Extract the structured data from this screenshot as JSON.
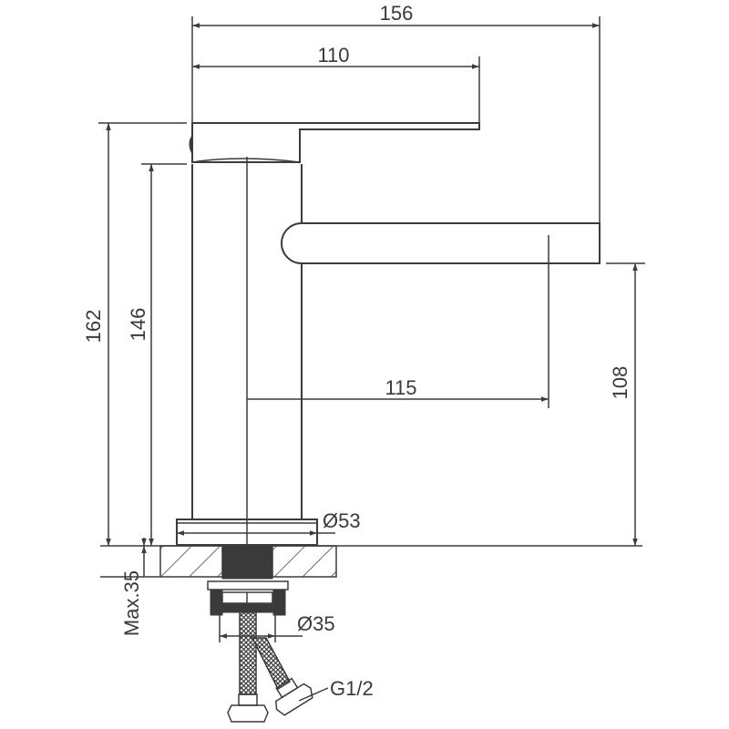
{
  "drawing": {
    "title": "Basin faucet dimension drawing",
    "stroke_color": "#3c3c3c",
    "background": "#ffffff",
    "unit": "mm"
  },
  "dimensions": {
    "overall_reach": "156",
    "handle_length": "110",
    "spout_reach": "115",
    "total_height": "162",
    "body_height": "146",
    "spout_height": "108",
    "base_diameter": "Ø53",
    "shank_diameter": "Ø35",
    "max_deck_thickness": "Max.35",
    "connection_thread": "G1/2"
  }
}
